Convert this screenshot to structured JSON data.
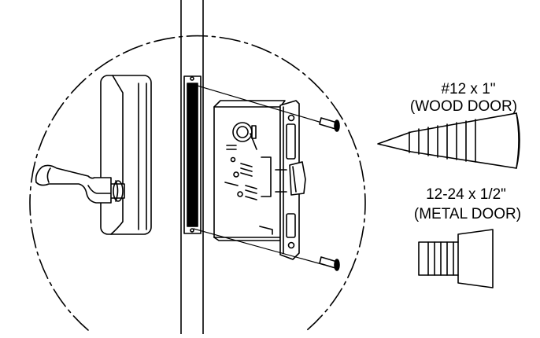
{
  "labels": {
    "wood_size": "#12 x 1\"",
    "wood_type": "(WOOD DOOR)",
    "metal_size": "12-24 x 1/2\"",
    "metal_type": "(METAL DOOR)"
  },
  "colors": {
    "line": "#000000",
    "background": "#ffffff"
  }
}
